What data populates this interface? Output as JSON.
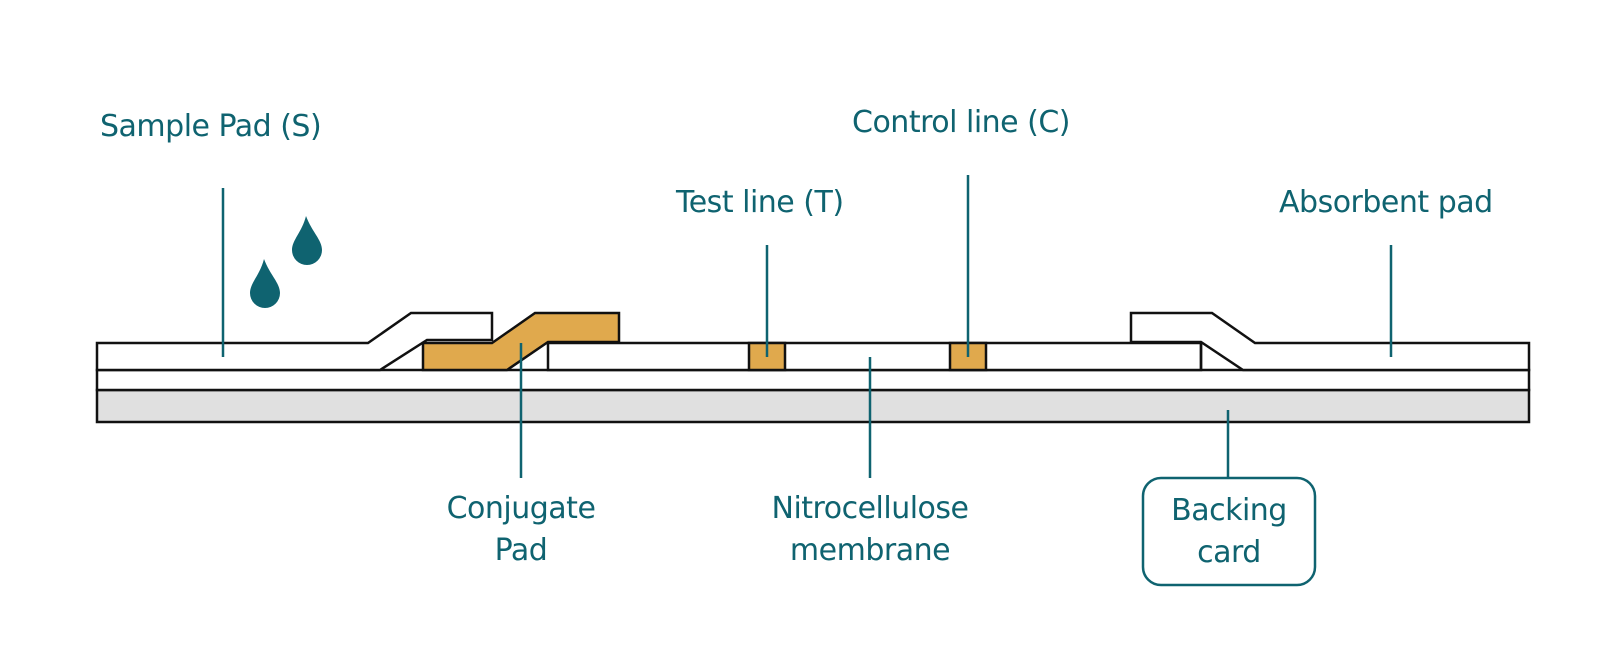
{
  "title": "Lateral flow test strip structure",
  "colors": {
    "accent": "#0f6370",
    "pad_fill": "#e0a94d",
    "backing_fill": "#e0e0e0",
    "outline": "#111111"
  },
  "labels": {
    "sample_pad": "Sample Pad (S)",
    "control_line": "Control line (C)",
    "test_line": "Test line (T)",
    "absorbent_pad": "Absorbent pad",
    "conjugate_pad_line1": "Conjugate",
    "conjugate_pad_line2": "Pad",
    "nitrocellulose_line1": "Nitrocellulose",
    "nitrocellulose_line2": "membrane",
    "backing_card_line1": "Backing",
    "backing_card_line2": "card"
  },
  "icons": {
    "droplets": "water-drop-icon"
  }
}
